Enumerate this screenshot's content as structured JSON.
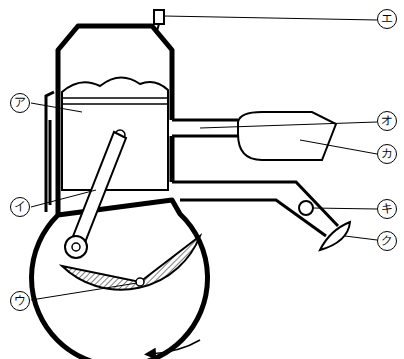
{
  "diagram": {
    "labels": [
      "ア",
      "イ",
      "ウ",
      "エ",
      "オ",
      "カ",
      "キ",
      "ク"
    ]
  }
}
